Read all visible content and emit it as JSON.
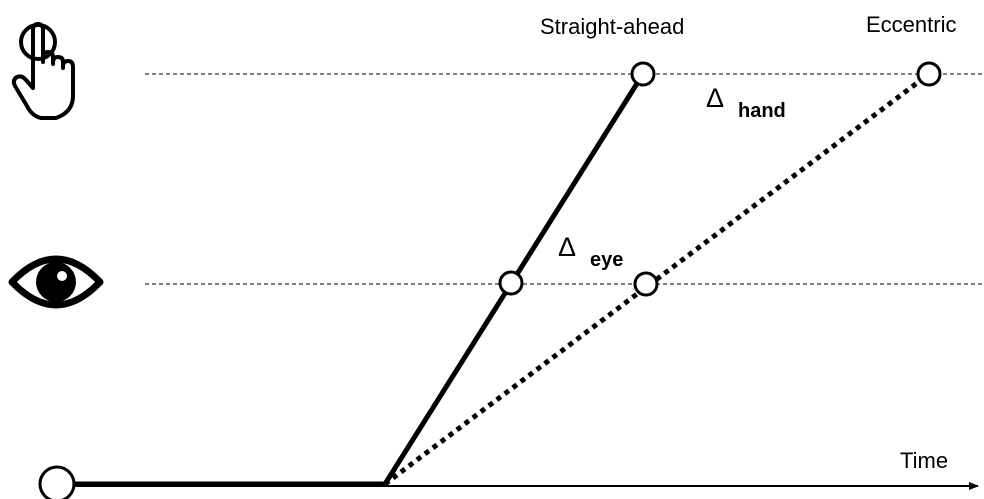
{
  "conditions": {
    "straight_ahead": "Straight-ahead",
    "eccentric": "Eccentric"
  },
  "axis": {
    "time_label": "Time"
  },
  "deltas": {
    "hand": {
      "symbol": "Δ",
      "subscript": "hand"
    },
    "eye": {
      "symbol": "Δ",
      "subscript": "eye"
    }
  },
  "icons": {
    "hand": "pointing-hand-icon",
    "eye": "eye-icon"
  },
  "colors": {
    "line": "#000000",
    "reference_line": "#000000",
    "marker_fill": "#ffffff"
  }
}
